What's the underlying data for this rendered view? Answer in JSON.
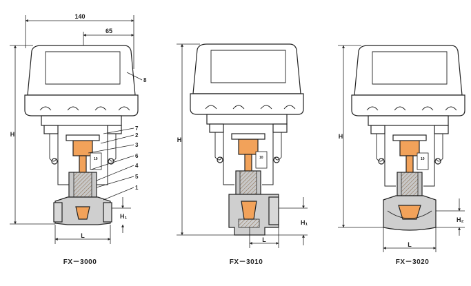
{
  "units": [
    {
      "caption": "FX－3000",
      "dims": {
        "total_width": "140",
        "half_width": "65",
        "height": "H",
        "h1": "H₁",
        "length": "L"
      },
      "callouts": [
        "8",
        "7",
        "2",
        "3",
        "6",
        "4",
        "5",
        "1"
      ],
      "scale_label": "10"
    },
    {
      "caption": "FX－3010",
      "dims": {
        "height": "H",
        "h1": "H₁",
        "length": "L"
      },
      "scale_label": "10"
    },
    {
      "caption": "FX－3020",
      "dims": {
        "height": "H",
        "h1": "H₂",
        "length": "L"
      },
      "scale_label": "10"
    }
  ],
  "colors": {
    "line": "#222222",
    "actuator": "#ffffff",
    "body_gray": "#c8c8c8",
    "stem_orange": "#f2a25a",
    "shade": "#9a9a9a"
  }
}
